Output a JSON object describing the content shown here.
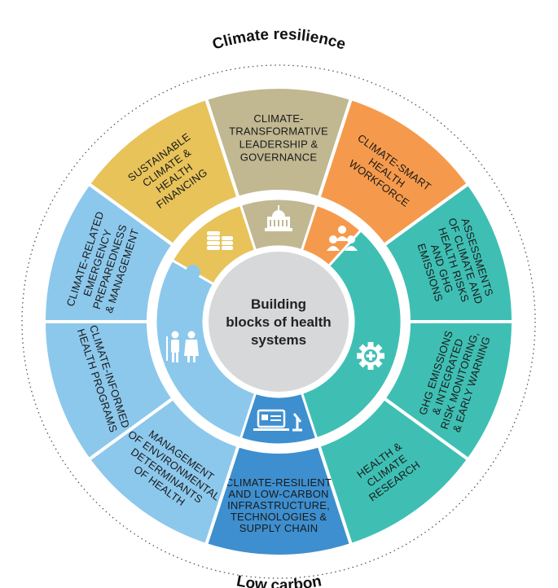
{
  "outer_top_label": "Climate resilience",
  "outer_bottom_label": "Low carbon",
  "center": {
    "lines": [
      "Building",
      "blocks of health",
      "systems"
    ]
  },
  "colors": {
    "yellow": "#E7C35A",
    "tan": "#C1B892",
    "orange": "#F59A4C",
    "teal": "#3FBFB4",
    "lightblue": "#8CC8EC",
    "blue": "#3E8FCF",
    "center": "#D7D8D9",
    "ring": "#ffffff"
  },
  "segments": [
    {
      "id": "leadership",
      "color": "tan",
      "lines": [
        "CLIMATE-",
        "TRANSFORMATIVE",
        "LEADERSHIP &",
        "GOVERNANCE"
      ]
    },
    {
      "id": "workforce",
      "color": "orange",
      "lines": [
        "CLIMATE-SMART",
        "HEALTH",
        "WORKFORCE"
      ]
    },
    {
      "id": "assessments",
      "color": "teal",
      "lines": [
        "ASSESSMENTS",
        "OF CLIMATE AND",
        "HEALTH RISKS",
        "AND GHG",
        "EMISSIONS"
      ]
    },
    {
      "id": "monitoring",
      "color": "teal",
      "lines": [
        "GHG EMISSIONS",
        "& INTEGRATED",
        "RISK MONITORING,",
        "& EARLY WARNING"
      ]
    },
    {
      "id": "research",
      "color": "teal",
      "lines": [
        "HEALTH &",
        "CLIMATE",
        "RESEARCH"
      ]
    },
    {
      "id": "infrastructure",
      "color": "blue",
      "lines": [
        "CLIMATE-RESILIENT",
        "AND LOW-CARBON",
        "INFRASTRUCTURE,",
        "TECHNOLOGIES &",
        "SUPPLY CHAIN"
      ]
    },
    {
      "id": "environmental",
      "color": "lightblue",
      "lines": [
        "MANAGEMENT",
        "OF ENVIRONMENTAL",
        "DETERMINANTS",
        "OF HEALTH"
      ]
    },
    {
      "id": "programs",
      "color": "lightblue",
      "lines": [
        "CLIMATE-INFORMED",
        "HEALTH PROGRAMS"
      ]
    },
    {
      "id": "emergency",
      "color": "lightblue",
      "lines": [
        "CLIMATE-RELATED",
        "EMERGENCY",
        "PREPAREDNESS",
        "& MANAGEMENT"
      ]
    },
    {
      "id": "financing",
      "color": "yellow",
      "lines": [
        "SUSTAINABLE",
        "CLIMATE &",
        "HEALTH",
        "FINANCING"
      ]
    }
  ],
  "inner_pieces": [
    {
      "id": "financing-piece",
      "color": "yellow",
      "icon": "coins-icon"
    },
    {
      "id": "leadership-piece",
      "color": "tan",
      "icon": "government-building-icon"
    },
    {
      "id": "workforce-piece",
      "color": "orange",
      "icon": "health-workers-icon"
    },
    {
      "id": "teal-piece",
      "color": "teal",
      "icon": "medical-gear-icon"
    },
    {
      "id": "infrastructure-piece",
      "color": "blue",
      "icon": "computer-microscope-icon"
    },
    {
      "id": "lightblue-piece",
      "color": "lightblue",
      "icon": "doctor-patient-icon"
    }
  ]
}
